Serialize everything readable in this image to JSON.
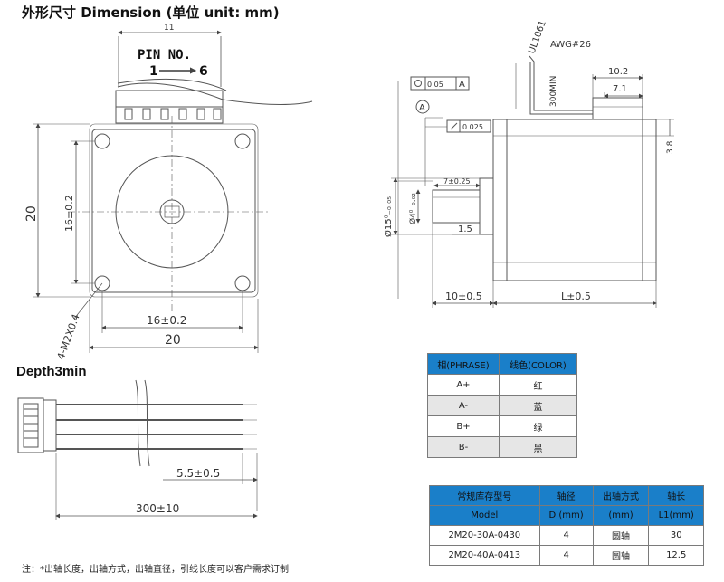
{
  "title": "外形尺寸 Dimension (单位 unit: mm)",
  "depth_label": "Depth3min",
  "note": "注：*出轴长度，出轴方式，出轴直径，引线长度可以客户需求订制",
  "front_view": {
    "pin_label": "PIN NO.",
    "pin_range_start": "1",
    "pin_range_end": "6",
    "top_dim": "11",
    "left_outer_dim": "20",
    "left_inner_dim": "16±0.2",
    "bottom_inner_dim": "16±0.2",
    "bottom_outer_dim": "20",
    "hole_spec": "4-M2X0.4"
  },
  "side_view": {
    "cable_cert": "UL1061",
    "cable_gauge": "AWG#26",
    "lead_length": "300MIN",
    "dim_top_outer": "10.2",
    "dim_top_inner": "7.1",
    "dim_right": "3.8",
    "flatness": "0.05",
    "datum_box": "A",
    "datum_circle": "A",
    "perp_tol": "0.025",
    "flat_width": "7±0.25",
    "pilot_dia": "Ø15⁰₋₀.₀₅",
    "shaft_dia": "Ø4⁰₋₀.₀₂",
    "pilot_height": "1.5",
    "shaft_len": "10±0.5",
    "body_len": "L±0.5"
  },
  "cable_view": {
    "strip_len": "5.5±0.5",
    "total_len": "300±10"
  },
  "colors": {
    "header_blue": "#1a7fc9",
    "line": "#555555",
    "shade": "#e6e6e6"
  },
  "phase_table": {
    "headers": [
      "相(PHRASE)",
      "线色(COLOR)"
    ],
    "rows": [
      [
        "A+",
        "红"
      ],
      [
        "A-",
        "蓝"
      ],
      [
        "B+",
        "绿"
      ],
      [
        "B-",
        "黑"
      ]
    ]
  },
  "model_table": {
    "header_row1": [
      "常规库存型号",
      "轴径",
      "出轴方式",
      "轴长"
    ],
    "header_row2": [
      "Model",
      "D (mm)",
      "(mm)",
      "L1(mm)"
    ],
    "rows": [
      [
        "2M20-30A-0430",
        "4",
        "圆轴",
        "30"
      ],
      [
        "2M20-40A-0413",
        "4",
        "圆轴",
        "12.5"
      ]
    ]
  }
}
